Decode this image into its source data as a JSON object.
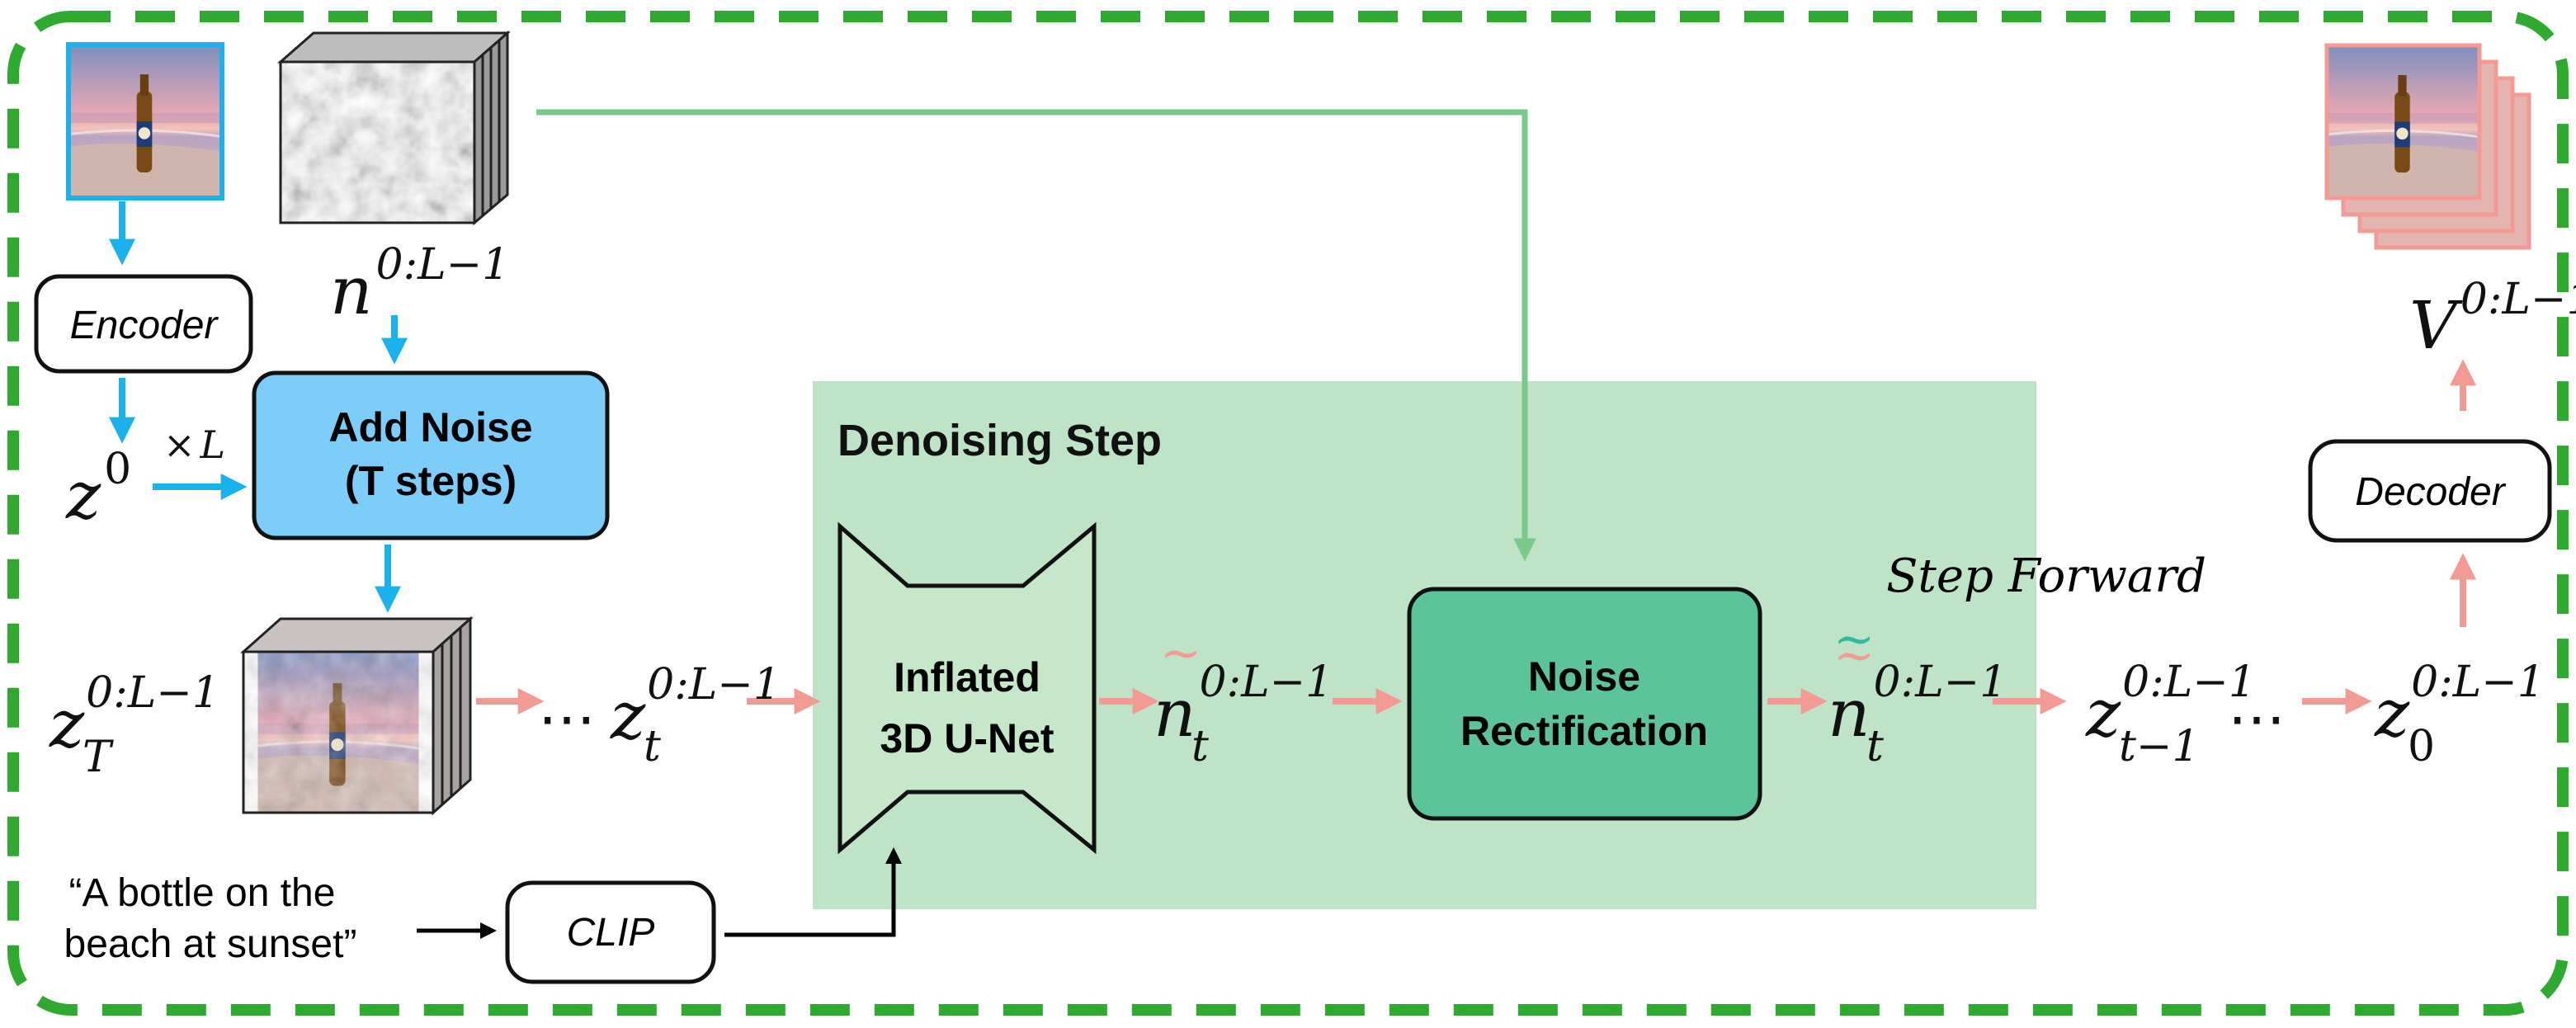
{
  "encoder": {
    "label": "Encoder"
  },
  "decoder": {
    "label": "Decoder"
  },
  "clip": {
    "label": "CLIP"
  },
  "add_noise": {
    "line1": "Add Noise",
    "line2": "(T steps)"
  },
  "denoising_step": {
    "title": "Denoising Step"
  },
  "unet": {
    "line1": "Inflated",
    "line2": "3D U-Net"
  },
  "noise_rect": {
    "line1": "Noise",
    "line2": "Rectification"
  },
  "step_forward": {
    "label": "Step Forward"
  },
  "prompt": {
    "line1": "“A bottle on the",
    "line2": "beach at sunset”"
  },
  "math": {
    "times": "×",
    "L": "L",
    "n": "n",
    "z": "z",
    "V": "V",
    "sup_0L": "0:L−1",
    "sup_0": "0",
    "sub_T": "T",
    "sub_t": "t",
    "sub_t1": "t−1",
    "sub_0": "0",
    "tilde": "~",
    "ellipsis": "⋯"
  },
  "colors": {
    "dashed_border": "#2eaa2e",
    "blue_arrow": "#1ab2ea",
    "pink_arrow": "#f39a94",
    "green_arrow": "#7bc98a",
    "add_noise_fill": "#7ccdf7",
    "denoise_panel": "#bfe3c6",
    "unet_fill": "#c7e7cb",
    "noise_rect_fill": "#5cc49a",
    "tilde_teal": "#32b89c"
  }
}
